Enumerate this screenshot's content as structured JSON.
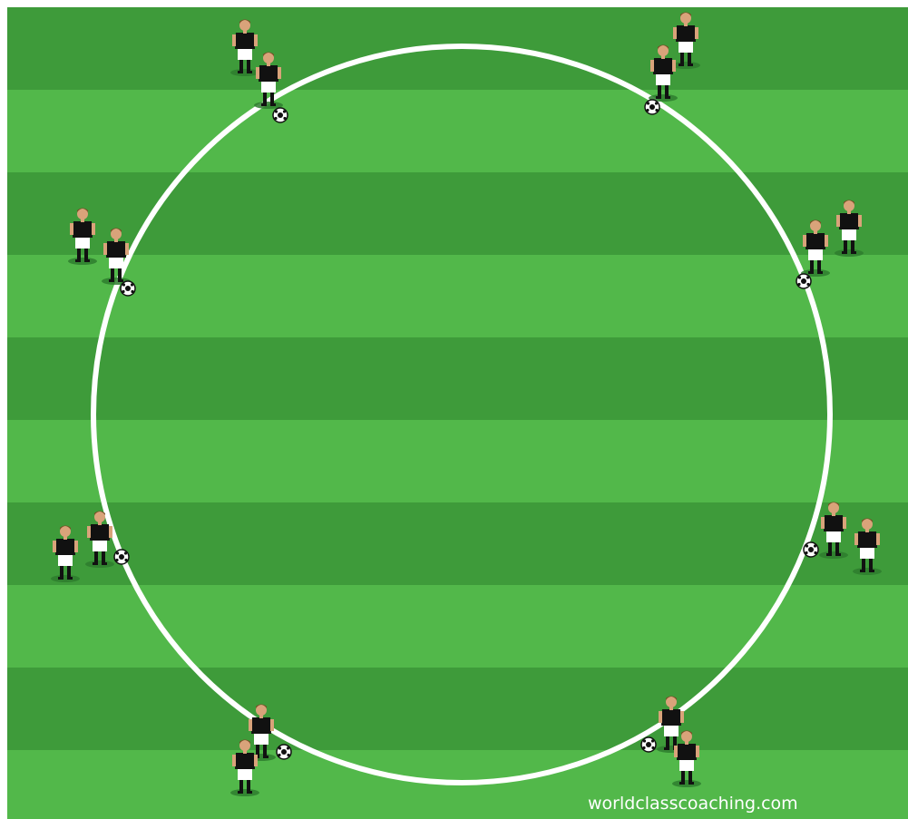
{
  "diagram": {
    "watermark": "worldclasscoaching.com",
    "colors": {
      "pitch_light": "#52b84a",
      "pitch_dark": "#3e9b3a",
      "circle_line": "#ffffff",
      "shirt": "#111111",
      "shorts": "#ffffff",
      "skin": "#d9a37a",
      "hair": "#7a4a24",
      "shadow": "#2e7d2e"
    },
    "groups": [
      {
        "id": "top-left",
        "players": 2,
        "balls": 1
      },
      {
        "id": "top-right",
        "players": 2,
        "balls": 1
      },
      {
        "id": "mid-left",
        "players": 2,
        "balls": 1
      },
      {
        "id": "mid-right",
        "players": 2,
        "balls": 1
      },
      {
        "id": "lower-left",
        "players": 2,
        "balls": 1
      },
      {
        "id": "lower-right",
        "players": 2,
        "balls": 1
      },
      {
        "id": "bottom-left",
        "players": 2,
        "balls": 1
      },
      {
        "id": "bottom-right",
        "players": 2,
        "balls": 1
      }
    ]
  }
}
